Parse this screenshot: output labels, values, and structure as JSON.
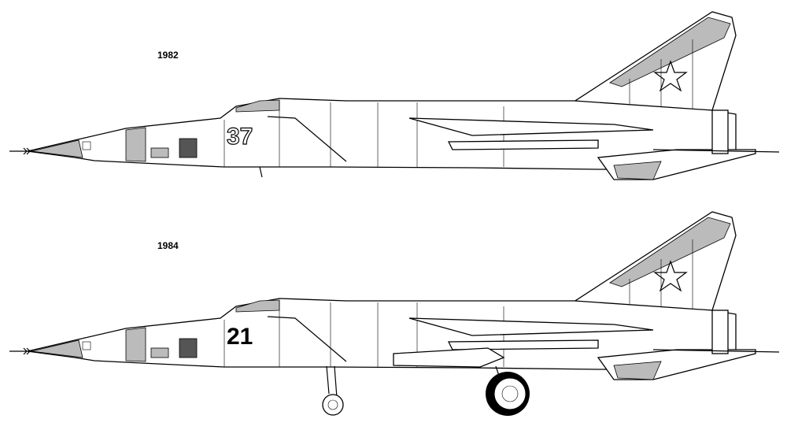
{
  "drawings": [
    {
      "year_label": "1982",
      "side_number": "37",
      "landing_gear": false
    },
    {
      "year_label": "1984",
      "side_number": "21",
      "landing_gear": true
    }
  ],
  "colors": {
    "line": "#000000",
    "stipple": "#bbbbbb",
    "background": "#ffffff"
  }
}
